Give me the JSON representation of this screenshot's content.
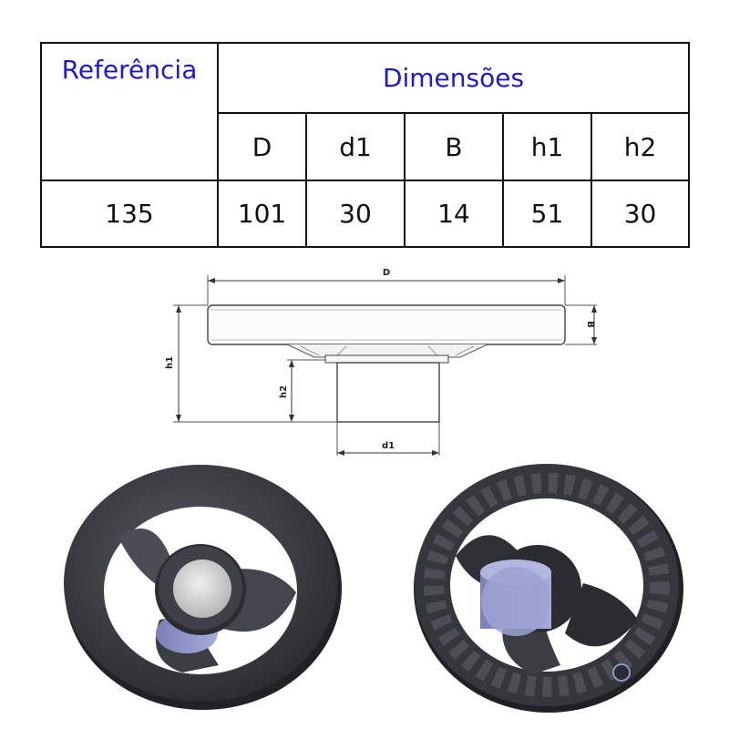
{
  "table": {
    "reference_header": "Referência",
    "dimensions_header": "Dimensões",
    "columns": [
      "D",
      "d1",
      "B",
      "h1",
      "h2"
    ],
    "row": {
      "reference": "135",
      "values": [
        "101",
        "30",
        "14",
        "51",
        "30"
      ]
    }
  },
  "drawing": {
    "label_D": "D",
    "label_B": "B",
    "label_h1": "h1",
    "label_h2": "h2",
    "label_d1": "d1"
  },
  "colors": {
    "header_blue": "#1b1bd1",
    "wheel_body": "#3a3d42",
    "hub_bush": "#8f93c6"
  }
}
